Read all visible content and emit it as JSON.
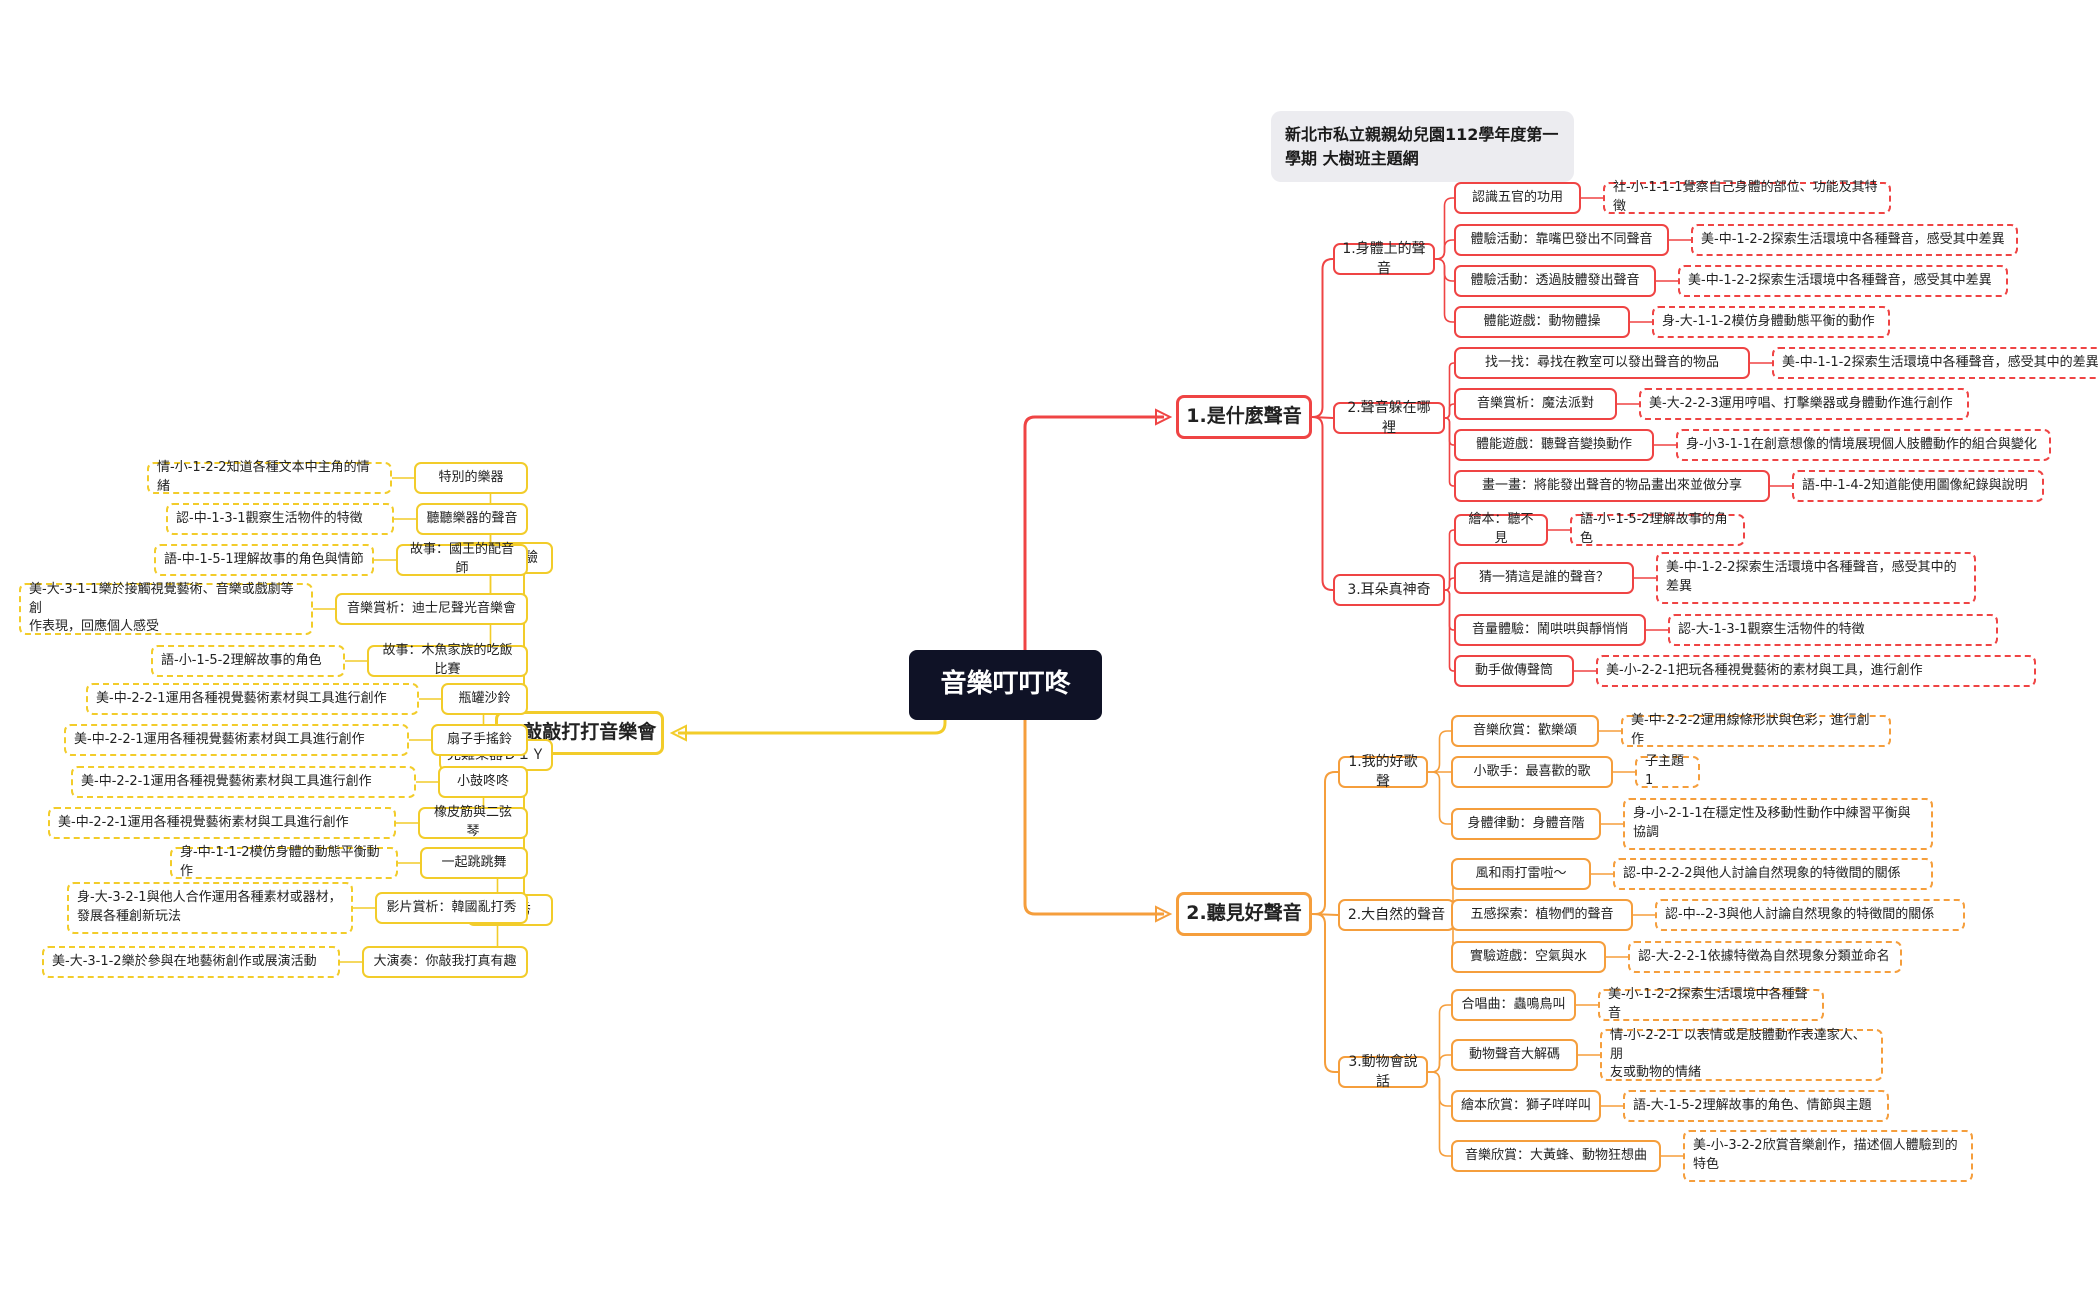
{
  "note": "新北市私立親親幼兒園112學年度第一學期 大樹班主題網",
  "colors": {
    "red": "#ef4444",
    "orange": "#f59e3c",
    "yellow": "#f2cc2a",
    "root": "#0f1226"
  },
  "root": "音樂叮叮咚",
  "branches": [
    {
      "label": "1.是什麼聲音",
      "color": "red",
      "subs": [
        {
          "label": "1.身體上的聲音",
          "items": [
            {
              "text": "認識五官的功用",
              "code": "社-小-1-1-1覺察自己身體的部位、功能及其特徵"
            },
            {
              "text": "體驗活動：靠嘴巴發出不同聲音",
              "code": "美-中-1-2-2探索生活環境中各種聲音，感受其中差異"
            },
            {
              "text": "體驗活動：透過肢體發出聲音",
              "code": "美-中-1-2-2探索生活環境中各種聲音，感受其中差異"
            },
            {
              "text": "體能遊戲：動物體操",
              "code": "身-大-1-1-2模仿身體動態平衡的動作"
            }
          ]
        },
        {
          "label": "2.聲音躲在哪裡",
          "items": [
            {
              "text": "找一找：尋找在教室可以發出聲音的物品",
              "code": "美-中-1-1-2探索生活環境中各種聲音，感受其中的差異"
            },
            {
              "text": "音樂賞析：魔法派對",
              "code": "美-大-2-2-3運用哼唱、打擊樂器或身體動作進行創作"
            },
            {
              "text": "體能遊戲：聽聲音變換動作",
              "code": "身-小3-1-1在創意想像的情境展現個人肢體動作的組合與變化"
            },
            {
              "text": "畫一畫：將能發出聲音的物品畫出來並做分享",
              "code": "語-中-1-4-2知道能使用圖像紀錄與說明"
            }
          ]
        },
        {
          "label": "3.耳朵真神奇",
          "items": [
            {
              "text": "繪本：聽不見",
              "code": "語-小-1-5-2理解故事的角色"
            },
            {
              "text": "猜一猜這是誰的聲音？",
              "code": "美-中-1-2-2探索生活環境中各種聲音，感受其中的\n差異"
            },
            {
              "text": "音量體驗：鬧哄哄與靜悄悄",
              "code": "認-大-1-3-1觀察生活物件的特徵"
            },
            {
              "text": "動手做傳聲筒",
              "code": "美-小-2-2-1把玩各種視覺藝術的素材與工具，進行創作"
            }
          ]
        }
      ]
    },
    {
      "label": "2.聽見好聲音",
      "color": "orange",
      "subs": [
        {
          "label": "1.我的好歌聲",
          "items": [
            {
              "text": "音樂欣賞：歡樂頌",
              "code": "美-中-2-2-2運用線條形狀與色彩，進行創作"
            },
            {
              "text": "小歌手：最喜歡的歌",
              "code": "子主題 1"
            },
            {
              "text": "身體律動：身體音階",
              "code": "身-小-2-1-1在穩定性及移動性動作中練習平衡與\n協調"
            }
          ]
        },
        {
          "label": "2.大自然的聲音",
          "items": [
            {
              "text": "風和雨打雷啦～",
              "code": "認-中-2-2-2與他人討論自然現象的特徵間的關係"
            },
            {
              "text": "五感探索：植物們的聲音",
              "code": "認-中--2-3與他人討論自然現象的特徵間的關係"
            },
            {
              "text": "實驗遊戲：空氣與水",
              "code": "認-大-2-2-1依據特徵為自然現象分類並命名"
            }
          ]
        },
        {
          "label": "3.動物會說話",
          "items": [
            {
              "text": "合唱曲：蟲鳴鳥叫",
              "code": "美-小-1-2-2探索生活環境中各種聲音"
            },
            {
              "text": "動物聲音大解碼",
              "code": "情-小-2-2-1 以表情或是肢體動作表達家人、朋\n友或動物的情緒"
            },
            {
              "text": "繪本欣賞：獅子咩咩叫",
              "code": "語-大-1-5-2理解故事的角色、情節與主題"
            },
            {
              "text": "音樂欣賞：大黃蜂、動物狂想曲",
              "code": "美-小-3-2-2欣賞音樂創作，描述個人體驗到的\n特色"
            }
          ]
        }
      ]
    },
    {
      "label": "3.敲敲打打音樂會",
      "color": "yellow",
      "subs": [
        {
          "label": "樂器大考驗",
          "items": [
            {
              "text": "特別的樂器",
              "code": "情-小-1-2-2知道各種文本中主角的情緒"
            },
            {
              "text": "聽聽樂器的聲音",
              "code": "認-中-1-3-1觀察生活物件的特徵"
            },
            {
              "text": "故事：國王的配音師",
              "code": "語-中-1-5-1理解故事的角色與情節"
            },
            {
              "text": "音樂賞析：迪士尼聲光音樂會",
              "code": "美-大-3-1-1樂於接觸視覺藝術、音樂或戲劇等創\n作表現，回應個人感受"
            },
            {
              "text": "故事：木魚家族的吃飯比賽",
              "code": "語-小-1-5-2理解故事的角色"
            }
          ]
        },
        {
          "label": "克難樂器ＤＩＹ",
          "items": [
            {
              "text": "瓶罐沙鈴",
              "code": "美-中-2-2-1運用各種視覺藝術素材與工具進行創作"
            },
            {
              "text": "扇子手搖鈴",
              "code": "美-中-2-2-1運用各種視覺藝術素材與工具進行創作"
            },
            {
              "text": "小鼓咚咚",
              "code": "美-中-2-2-1運用各種視覺藝術素材與工具進行創作"
            },
            {
              "text": "橡皮筋與二弦琴",
              "code": "美-中-2-2-1運用各種視覺藝術素材與工具進行創作"
            }
          ]
        },
        {
          "label": "亂打秀",
          "items": [
            {
              "text": "一起跳跳舞",
              "code": "身-中-1-1-2模仿身體的動態平衡動作"
            },
            {
              "text": "影片賞析：韓國亂打秀",
              "code": "身-大-3-2-1與他人合作運用各種素材或器材，\n發展各種創新玩法"
            },
            {
              "text": "大演奏：你敲我打真有趣",
              "code": "美-大-3-1-2樂於參與在地藝術創作或展演活動"
            }
          ]
        }
      ]
    }
  ]
}
